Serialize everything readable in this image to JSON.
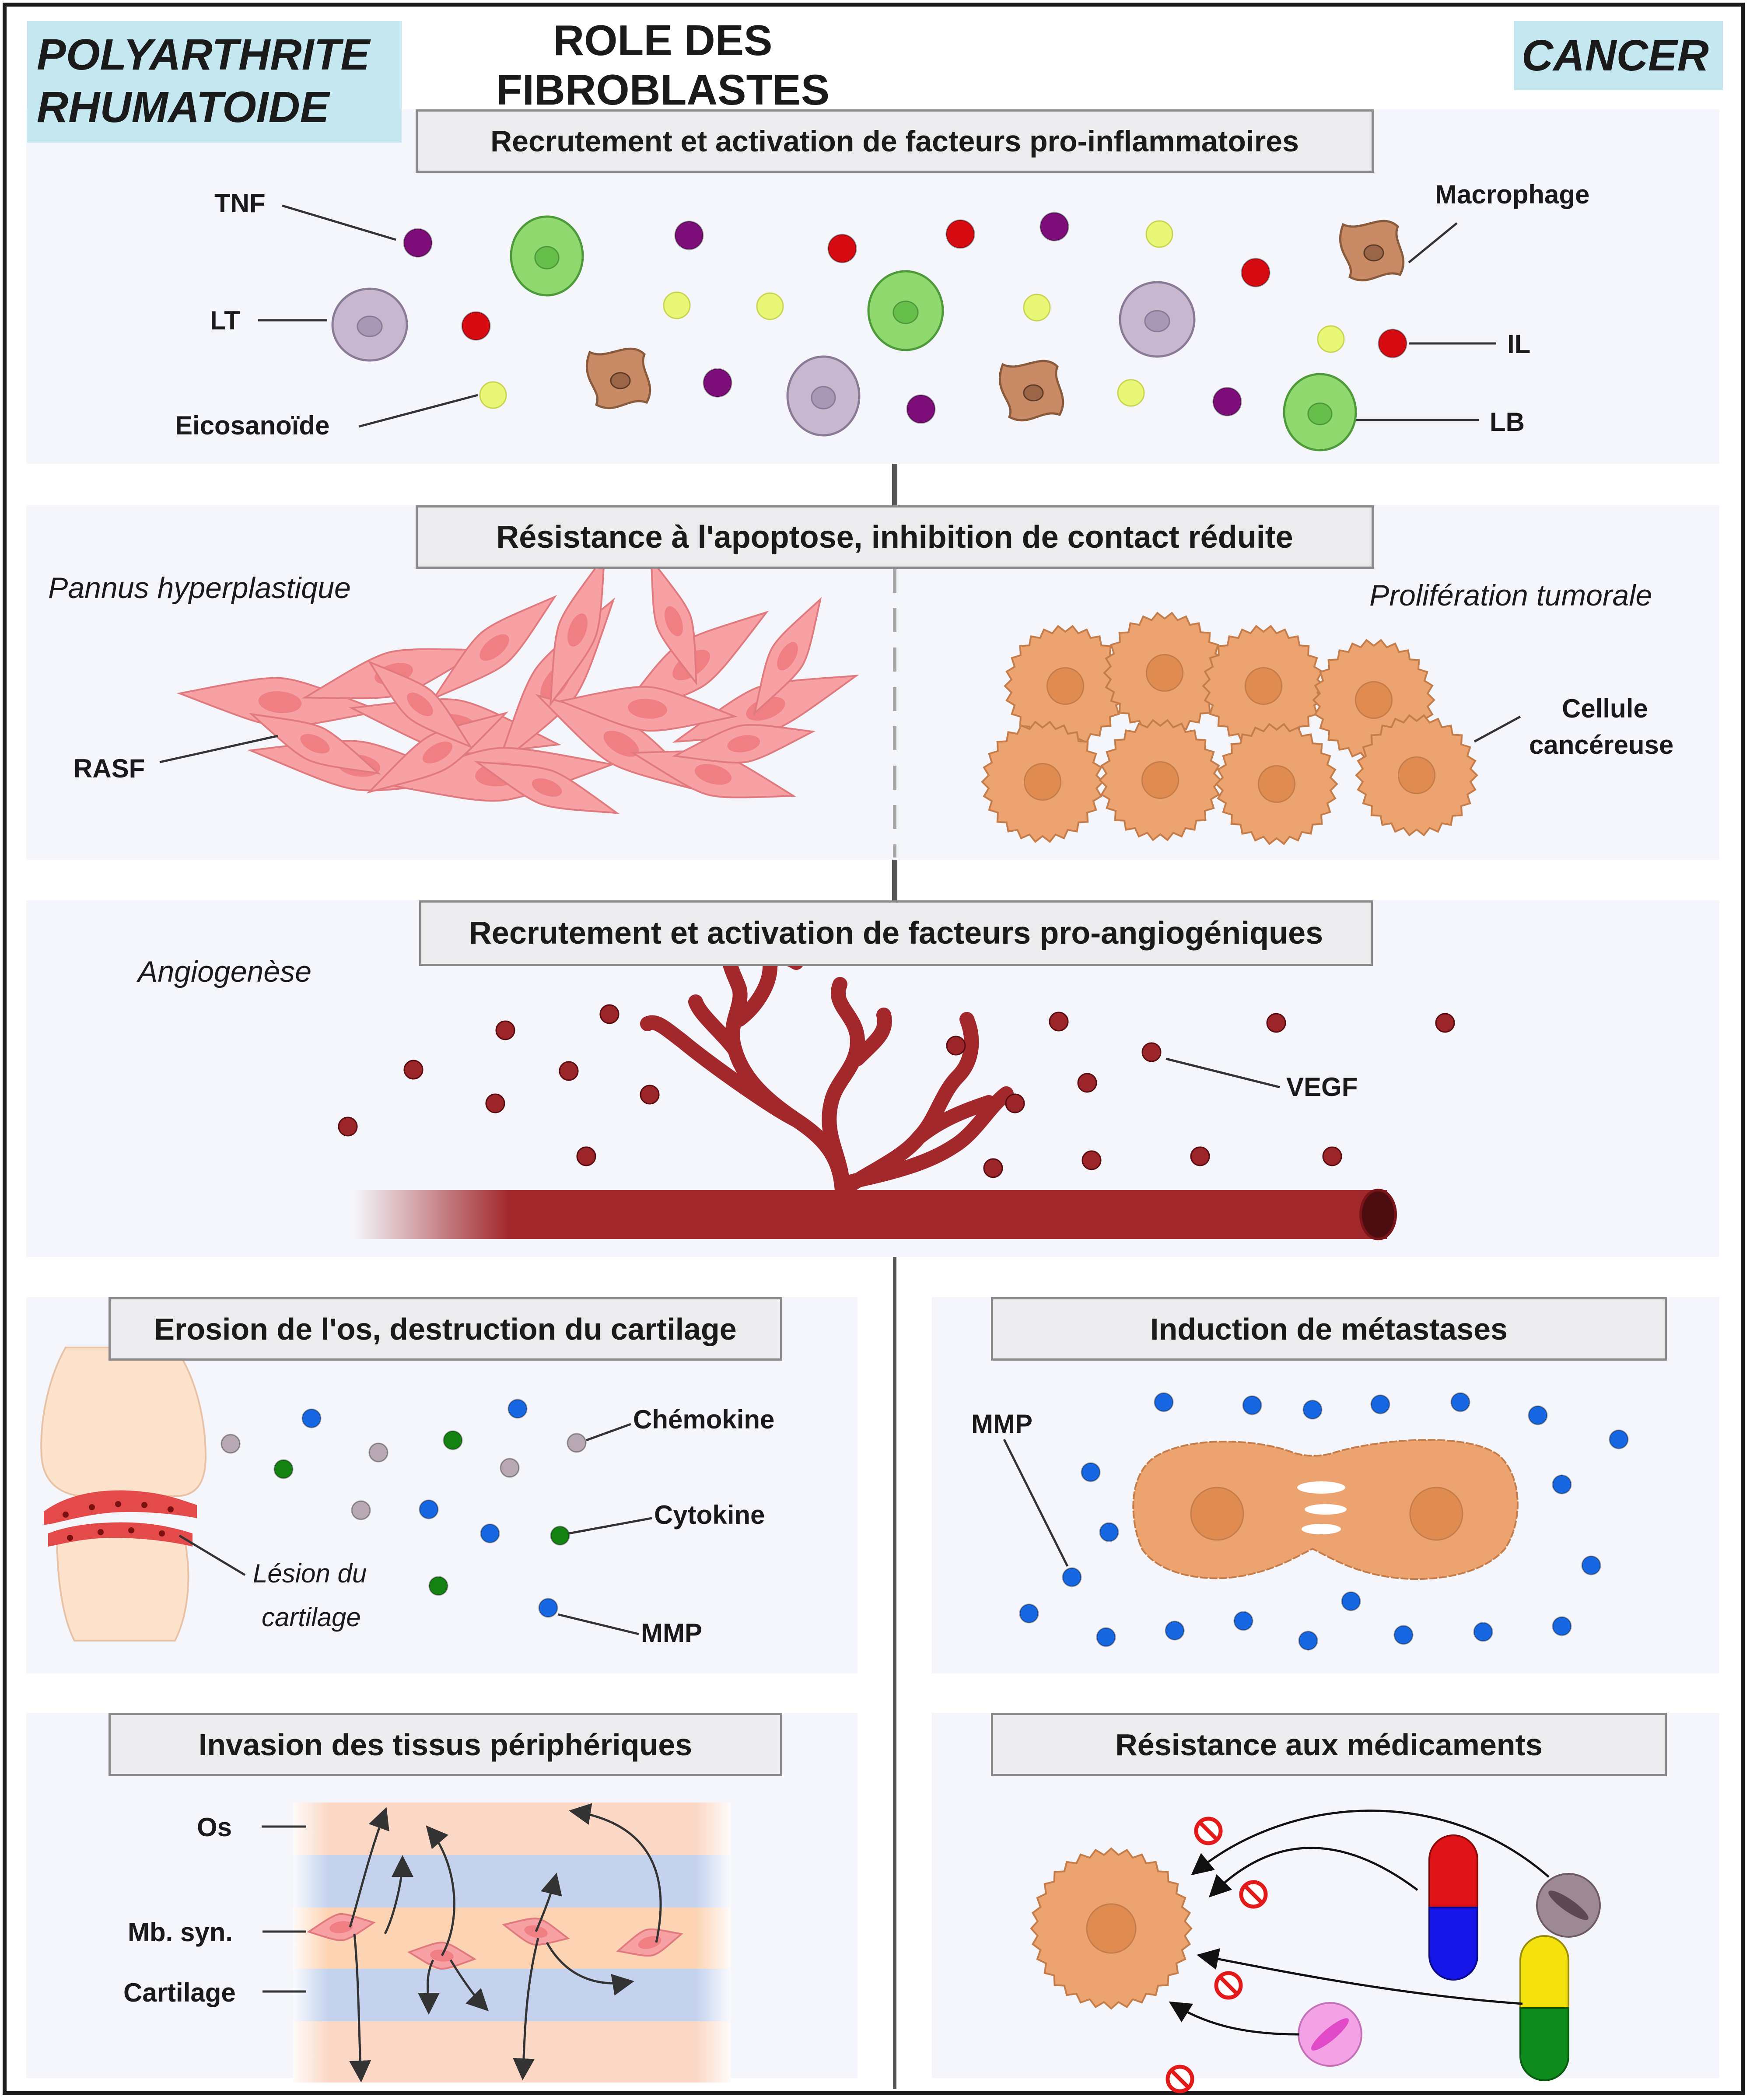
{
  "title": "ROLE DES FIBROBLASTES",
  "left_tag": [
    "POLYARTHRITE",
    "RHUMATOIDE"
  ],
  "right_tag": "CANCER",
  "colors": {
    "panel_bg": "#f4f6fb",
    "header_bg": "#ececee",
    "tag_bg": "#c5e7ef",
    "tnf": "#7d0d79",
    "il": "#d50b11",
    "eicosanoide": "#e8f775",
    "lb": "#8fd96f",
    "lt": "#c7b8cf",
    "macrophage": "#c88b66",
    "rasf": "#f7a1a4",
    "cancer_cell": "#eda36f",
    "vegf": "#9b2529",
    "vessel": "#a2282c",
    "mmp": "#1867e2",
    "cytokine": "#138213",
    "chemokine": "#b8a8b4"
  },
  "sections": {
    "inflammation": {
      "header": "Recrutement et activation de facteurs pro-inflammatoires",
      "labels": {
        "tnf": "TNF",
        "lt": "LT",
        "eicosanoide": "Eicosanoïde",
        "macrophage": "Macrophage",
        "il": "IL",
        "lb": "LB"
      }
    },
    "apoptosis": {
      "header": "Résistance à l'apoptose, inhibition de contact réduite",
      "left_caption": "Pannus hyperplastique",
      "right_caption": "Prolifération tumorale",
      "rasf_label": "RASF",
      "cancer_label": [
        "Cellule",
        "cancéreuse"
      ]
    },
    "angiogenesis": {
      "header": "Recrutement et activation de facteurs pro-angiogéniques",
      "caption": "Angiogenèse",
      "vegf_label": "VEGF"
    },
    "erosion": {
      "header": "Erosion de l'os, destruction du cartilage",
      "labels": {
        "chemokine": "Chémokine",
        "cytokine": "Cytokine",
        "mmp": "MMP"
      },
      "lesion_caption": [
        "Lésion du",
        "cartilage"
      ]
    },
    "metastasis": {
      "header": "Induction de métastases",
      "mmp_label": "MMP"
    },
    "invasion": {
      "header": "Invasion des tissus périphériques",
      "labels": {
        "os": "Os",
        "mb": "Mb. syn.",
        "cartilage": "Cartilage"
      }
    },
    "drug_resistance": {
      "header": "Résistance aux médicaments"
    }
  }
}
